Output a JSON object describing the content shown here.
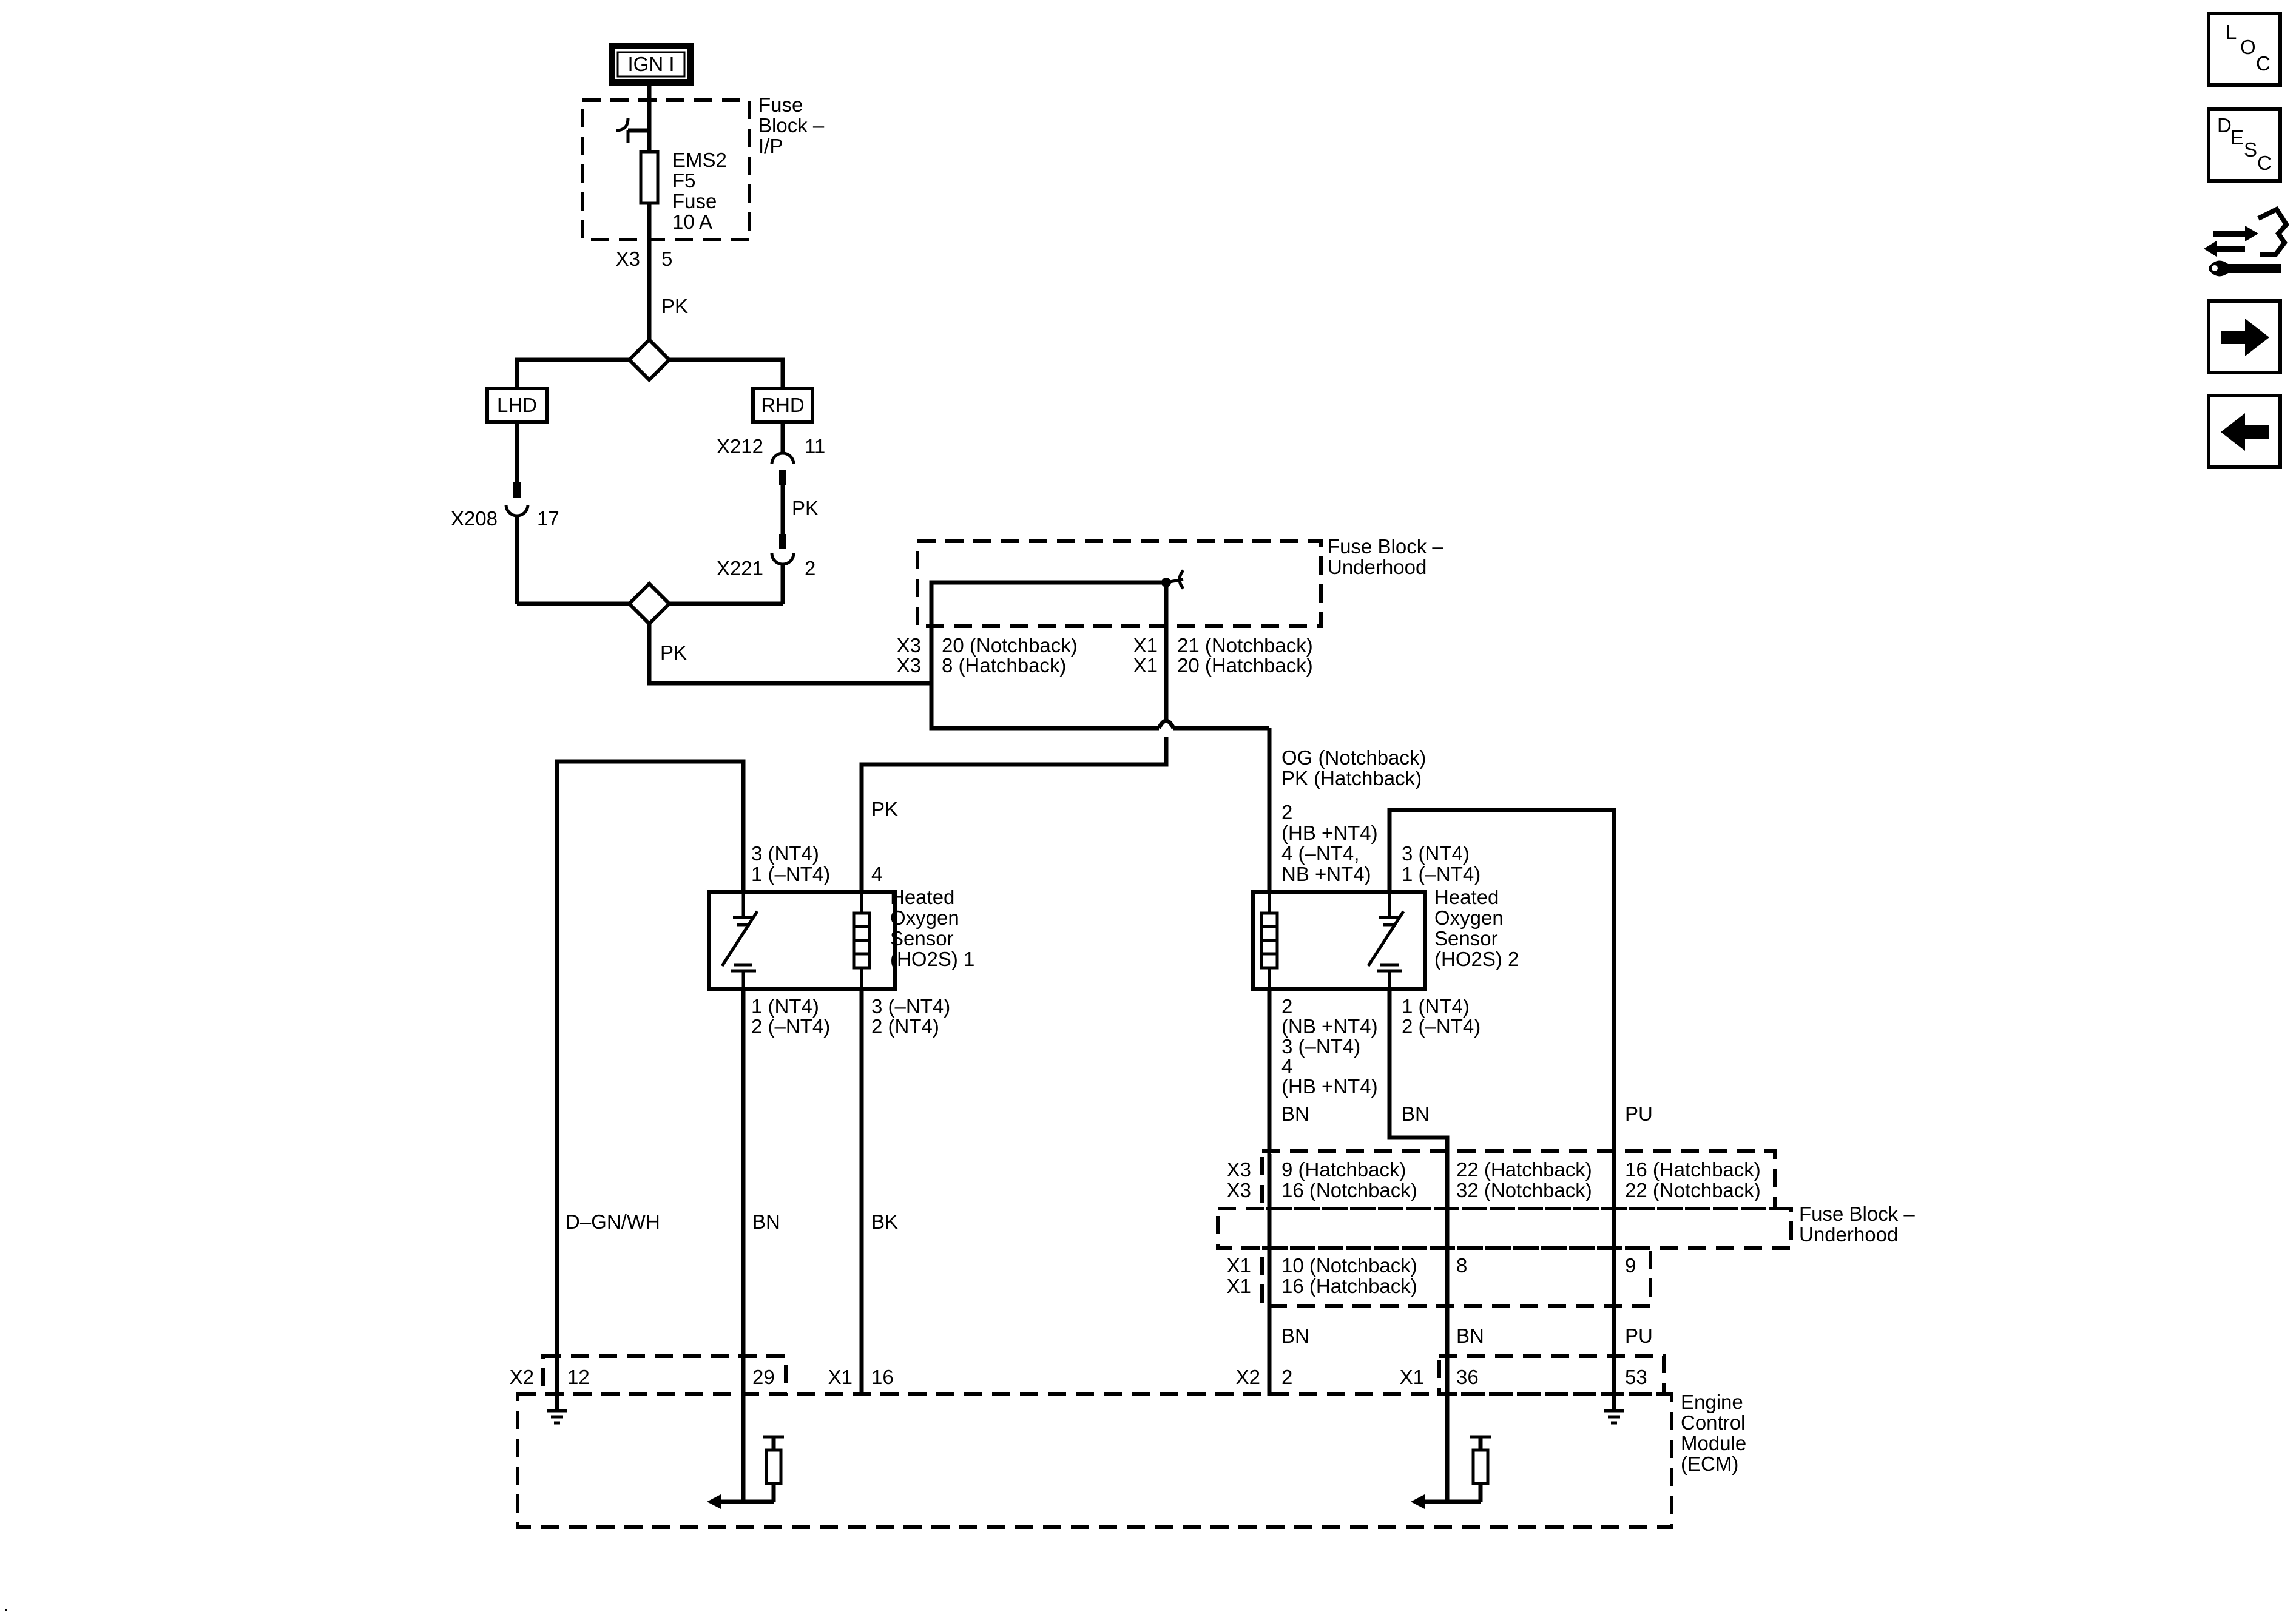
{
  "power": {
    "label": "IGN I"
  },
  "fuse_block_ip": {
    "title_lines": [
      "Fuse",
      "Block –",
      "I/P"
    ],
    "fuse_lines": [
      "EMS2",
      "F5",
      "Fuse",
      "10 A"
    ],
    "conn": "X3",
    "pin": "5"
  },
  "wires": {
    "pk": "PK",
    "bn": "BN",
    "bk": "BK",
    "pu": "PU",
    "dgn_wh": "D–GN/WH",
    "og_nb": "OG (Notchback)",
    "pk_hb": "PK (Hatchback)"
  },
  "options": {
    "lhd": "LHD",
    "rhd": "RHD"
  },
  "inline": {
    "x208": "X208",
    "x208_pin": "17",
    "x212": "X212",
    "x212_pin": "11",
    "x221": "X221",
    "x221_pin": "2"
  },
  "fuse_block_underhood": {
    "title_lines": [
      "Fuse Block –",
      "Underhood"
    ],
    "left_conn": [
      "X3",
      "X3"
    ],
    "left_pins": [
      "20 (Notchback)",
      "8 (Hatchback)"
    ],
    "right_conn": [
      "X1",
      "X1"
    ],
    "right_pins": [
      "21 (Notchback)",
      "20 (Hatchback)"
    ]
  },
  "ho2s1": {
    "label_lines": [
      "Heated",
      "Oxygen",
      "Sensor",
      "(HO2S) 1"
    ],
    "top_left_pins": [
      "3 (NT4)",
      "1 (–NT4)"
    ],
    "top_right_pin": "4",
    "bot_left_pins": [
      "1 (NT4)",
      "2 (–NT4)"
    ],
    "bot_right_pins": [
      "3 (–NT4)",
      "2 (NT4)"
    ]
  },
  "ho2s2": {
    "label_lines": [
      "Heated",
      "Oxygen",
      "Sensor",
      "(HO2S) 2"
    ],
    "top_left_pins": [
      "2",
      "(HB +NT4)",
      "4 (–NT4,",
      "NB +NT4)"
    ],
    "top_right_pins": [
      "3 (NT4)",
      "1 (–NT4)"
    ],
    "bot_left_pins": [
      "2",
      "(NB +NT4)",
      "3 (–NT4)",
      "4",
      "(HB +NT4)"
    ],
    "bot_right_pins": [
      "1 (NT4)",
      "2 (–NT4)"
    ]
  },
  "underhood_lower": {
    "title_lines": [
      "Fuse Block –",
      "Underhood"
    ],
    "x3_conn": [
      "X3",
      "X3"
    ],
    "x3_col1": [
      "9 (Hatchback)",
      "16 (Notchback)"
    ],
    "x3_col2": [
      "22 (Hatchback)",
      "32 (Notchback)"
    ],
    "x3_col3": [
      "16 (Hatchback)",
      "22 (Notchback)"
    ],
    "x1_conn": [
      "X1",
      "X1"
    ],
    "x1_col1": [
      "10 (Notchback)",
      "16 (Hatchback)"
    ],
    "x1_col2": "8",
    "x1_col3": "9"
  },
  "ecm": {
    "label_lines": [
      "Engine",
      "Control",
      "Module",
      "(ECM)"
    ],
    "x2a": "X2",
    "p12": "12",
    "p29": "29",
    "x1a": "X1",
    "p16": "16",
    "x2b": "X2",
    "p2": "2",
    "x1b": "X1",
    "p36": "36",
    "p53": "53"
  },
  "nav": {
    "loc": [
      "L",
      "O",
      "C"
    ],
    "desc": [
      "D",
      "E",
      "S",
      "C"
    ],
    "buttons": [
      "loc-button",
      "desc-button",
      "connector-tools-button",
      "next-button",
      "previous-button"
    ]
  },
  "page_mark": "."
}
